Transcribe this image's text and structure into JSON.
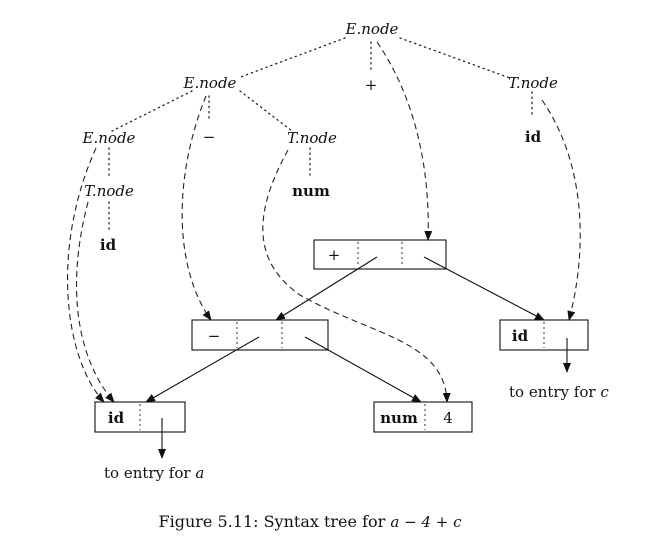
{
  "parse_tree": {
    "root": "E.node",
    "e_left": "E.node",
    "plus": "+",
    "t_right": "T.node",
    "id_right": "id",
    "e_inner": "E.node",
    "minus": "−",
    "t_mid": "T.node",
    "num_leaf": "num",
    "t_inner": "T.node",
    "id_left": "id"
  },
  "syntax_tree": {
    "plus_node_op": "+",
    "minus_node_op": "−",
    "leaf_id_c": "id",
    "leaf_id_a": "id",
    "leaf_num": "num",
    "leaf_num_value": "4",
    "entry_a_prefix": "to entry for",
    "entry_a_var": "a",
    "entry_c_prefix": "to entry for",
    "entry_c_var": "c"
  },
  "caption": {
    "label": "Figure 5.11: Syntax tree for",
    "expr": "a − 4 + c"
  }
}
